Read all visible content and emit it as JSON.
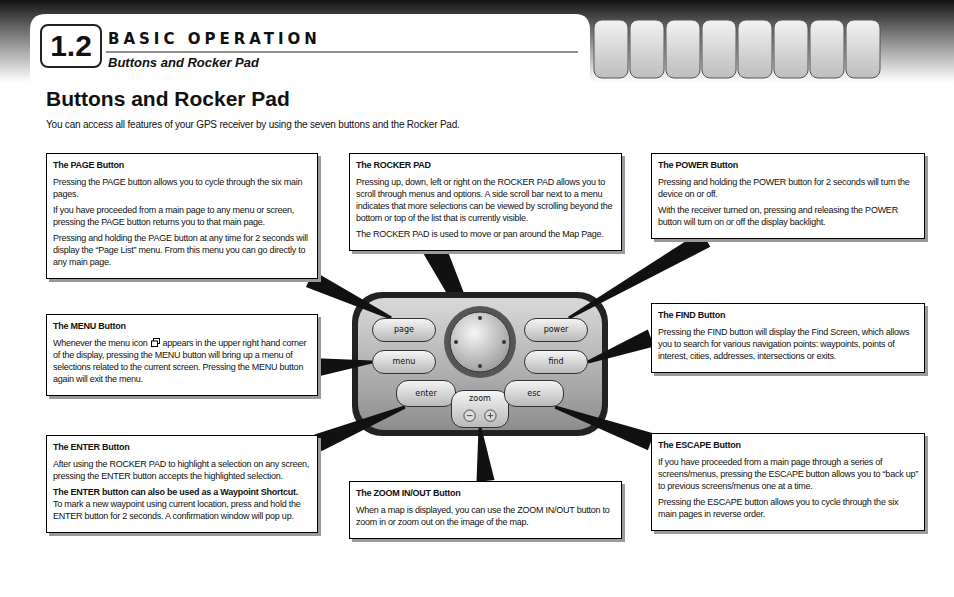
{
  "diagram": {
    "title": "Buttons and Rocker Pad",
    "nodes": [
      {
        "text": [
          "1.2"
        ]
      },
      {
        "text": [
          "The PAGE Button",
          "Pressing the PAGE button allows you to cycle through the six main pages.",
          "If you have proceeded from a main page to any menu or screen, pressing the PAGE button returns you to that main page.",
          "Pressing and holding the PAGE button at any time for 2 seconds will display the “Page List” menu. From this menu you can go directly to any main page."
        ]
      },
      {
        "text": [
          "The ROCKER PAD",
          "Pressing up, down, left or right on the ROCKER PAD allows you to scroll through menus and options. A side scroll bar next to a menu indicates that more selections can be viewed by scrolling beyond the bottom or top of the list that is currently visible.",
          "The ROCKER PAD is used to move or pan around the Map Page."
        ]
      },
      {
        "text": [
          "The POWER Button",
          "Pressing and holding the POWER button for 2 seconds will turn the device on or off.",
          "With the receiver turned on, pressing and releasing the POWER button will turn on or off the display backlight."
        ]
      },
      {
        "text": [
          "The MENU Button",
          "Whenever the menu icon",
          "appears in the upper right hand corner of the display, pressing the MENU button will bring up a menu of selections related to the current screen. Pressing the MENU button again will exit the menu."
        ]
      },
      {
        "text": [
          "The FIND Button",
          "Pressing the FIND button will display the Find Screen, which allows you to search for various navigation points: waypoints, points of interest, cities, addresses, intersections or exits."
        ]
      },
      {
        "text": [
          "The ENTER Button",
          "After using the ROCKER PAD to highlight a selection on any screen, pressing the ENTER button accepts the highlighted selection.",
          "The ENTER button can also be used as a Waypoint Shortcut.",
          "To mark a new waypoint using current location, press and hold the ENTER button for 2 seconds. A confirmation window will pop up."
        ]
      },
      {
        "text": [
          "The ZOOM IN/OUT Button",
          "When a map is displayed, you can use the ZOOM IN/OUT button to zoom in or zoom out on the image of the map."
        ]
      },
      {
        "text": [
          "The ESCAPE Button",
          "If you have proceeded from a main page through a series of screens/menus, pressing the ESCAPE button allows you to “back up” to previous screens/menus one at a time.",
          "Pressing the ESCAPE button allows you to cycle through the six main pages in reverse order."
        ]
      },
      {
        "text": [
          "page"
        ]
      },
      {
        "text": [
          "menu"
        ]
      },
      {
        "text": [
          "enter"
        ]
      },
      {
        "text": [
          "zoom"
        ]
      },
      {
        "text": [
          "esc"
        ]
      },
      {
        "text": [
          "find"
        ]
      },
      {
        "text": [
          "power"
        ]
      }
    ],
    "edges": [
      {
        "from": 1,
        "to": 9,
        "arrow": "none"
      },
      {
        "from": 4,
        "to": 10,
        "arrow": "none"
      },
      {
        "from": 6,
        "to": 11,
        "arrow": "none"
      },
      {
        "from": 7,
        "to": 12,
        "arrow": "none"
      },
      {
        "from": 8,
        "to": 13,
        "arrow": "none"
      },
      {
        "from": 5,
        "to": 14,
        "arrow": "none"
      },
      {
        "from": 3,
        "to": 15,
        "arrow": "none"
      }
    ],
    "labels": [
      "BASIC OPERATION",
      "Buttons and Rocker Pad",
      "You can access all features of your GPS receiver by using the seven buttons and the Rocker Pad."
    ]
  }
}
